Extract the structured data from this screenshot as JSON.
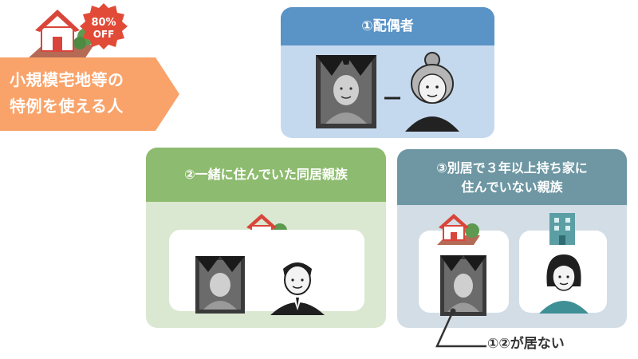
{
  "badge": {
    "percent": "80%",
    "off": "OFF"
  },
  "banner": {
    "line1": "小規模宅地等の",
    "line2": "特例を使える人"
  },
  "panels": [
    {
      "title": "①配偶者",
      "color": "#5a93c6"
    },
    {
      "title": "②一緒に住んでいた同居親族",
      "color": "#8dbb6f"
    },
    {
      "title_line1": "③別居で３年以上持ち家に",
      "title_line2": "住んでいない親族",
      "color": "#6e97a3"
    }
  ],
  "note": "①②が居ない",
  "colors": {
    "banner": "#f9a36a",
    "badge": "#e24a38",
    "house_roof": "#d9453a"
  },
  "icons": [
    "house-icon",
    "deceased-portrait-icon",
    "elderly-woman-icon",
    "man-in-suit-icon",
    "apartment-building-icon",
    "woman-icon"
  ]
}
